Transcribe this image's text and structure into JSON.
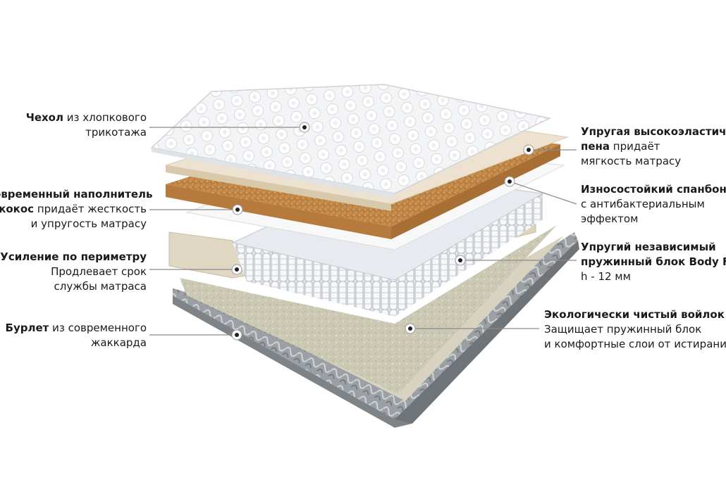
{
  "labels": [
    {
      "id": "cover",
      "bold": "Чехол",
      "line1": " из хлопкового",
      "line2": "трикотажа",
      "line3": ""
    },
    {
      "id": "coir",
      "bold": "Современный наполнитель",
      "line1": "",
      "line2_bold": "кокос",
      "line2": " придаёт жесткость",
      "line3": "и упругость матрасу"
    },
    {
      "id": "perimeter",
      "bold": "Усиление по периметру",
      "line1": "",
      "line2": "Продлевает срок",
      "line3": "службы матраса"
    },
    {
      "id": "border",
      "bold": "Бурлет",
      "line1": " из современного",
      "line2": "жаккарда",
      "line3": ""
    },
    {
      "id": "foam",
      "bold": "Упругая высокоэластичная",
      "line1": "",
      "line2_bold": "пена",
      "line2": " придаёт",
      "line3": "мягкость матрасу"
    },
    {
      "id": "spunbond",
      "bold": "Износостойкий спанбонд",
      "line1": "",
      "line2": "с антибактериальным",
      "line3": "эффектом"
    },
    {
      "id": "springs",
      "bold": "Упругий независимый",
      "line1": "",
      "line2_bold": "пружинный блок Body Form",
      "line2": "",
      "line3": "h - 12 мм"
    },
    {
      "id": "felt",
      "bold": "Экологически чистый войлок",
      "line1": "",
      "line2": "Защищает пружинный блок",
      "line3": "и комфортные слои от истирания"
    }
  ],
  "colors": {
    "cover": "#f1f2f4",
    "foam": "#e8dcc6",
    "coir": "#c9904f",
    "spunbond": "#f7f7f7",
    "springs": "#e9ebee",
    "perimeter": "#ddd3bd",
    "felt": "#c9c6b0",
    "border": "#8d9296",
    "line": "#8a8a8a"
  }
}
